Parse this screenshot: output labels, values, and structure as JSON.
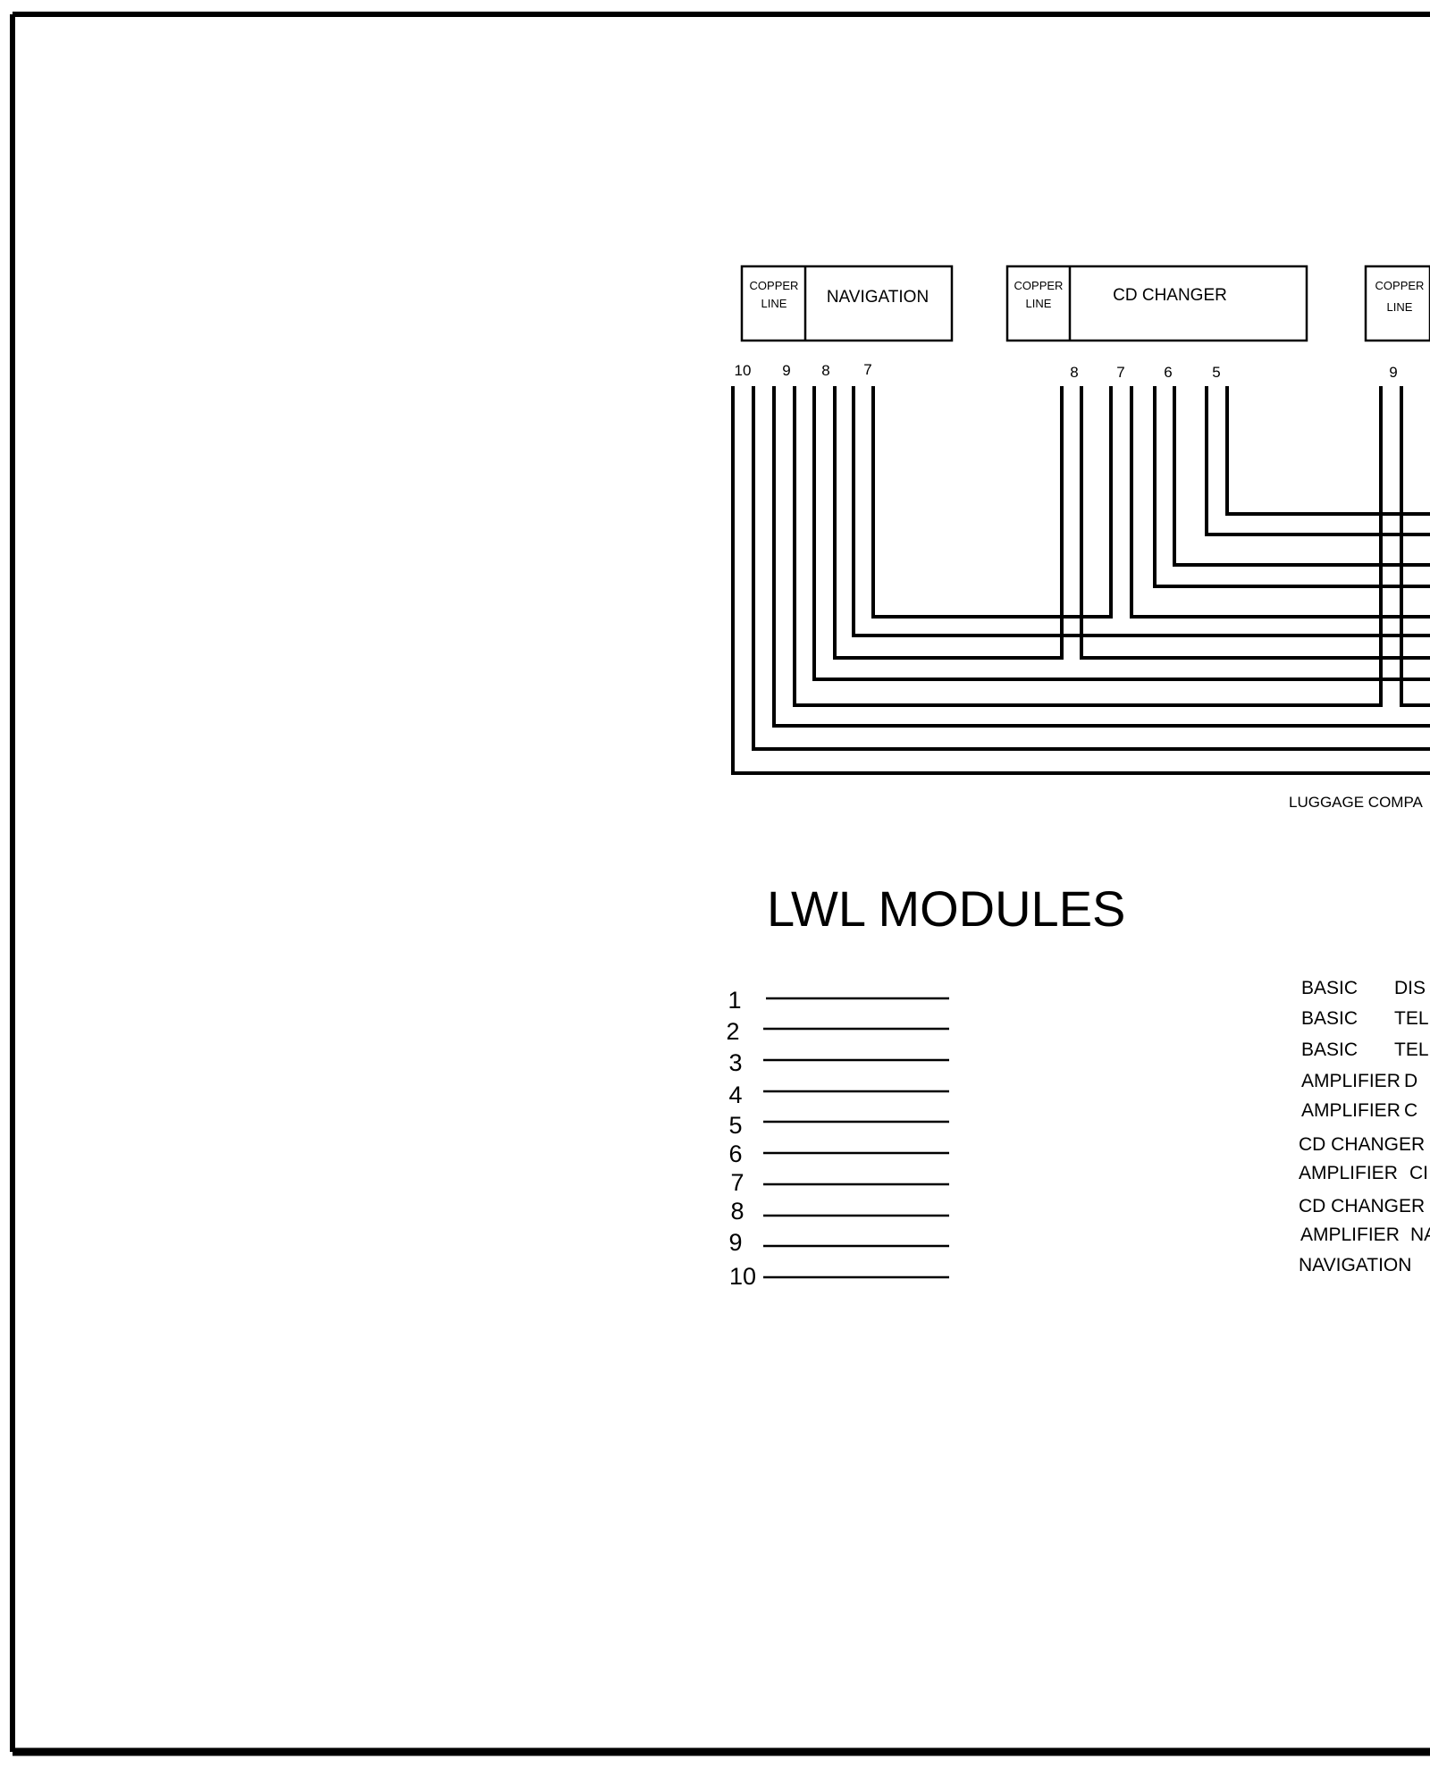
{
  "modules": [
    {
      "id": "navigation",
      "copper_label": [
        "COPPER",
        "LINE"
      ],
      "name": "NAVIGATION",
      "pins": [
        "10",
        "9",
        "8",
        "7"
      ]
    },
    {
      "id": "cd_changer",
      "copper_label": [
        "COPPER",
        "LINE"
      ],
      "name": "CD CHANGER",
      "pins": [
        "8",
        "7",
        "6",
        "5"
      ]
    },
    {
      "id": "third",
      "copper_label": [
        "COPPER",
        "LINE"
      ],
      "name": "",
      "pins": [
        "9"
      ]
    }
  ],
  "luggage_label": "LUGGAGE COMPA",
  "section_title": "LWL MODULES",
  "legend_numbers": [
    "1",
    "2",
    "3",
    "4",
    "5",
    "6",
    "7",
    "8",
    "9",
    "10"
  ],
  "legend_entries": [
    {
      "a": "BASIC",
      "b": "DIS"
    },
    {
      "a": "BASIC",
      "b": "TEL"
    },
    {
      "a": "BASIC",
      "b": "TEL"
    },
    {
      "a": "AMPLIFIER",
      "b": "D"
    },
    {
      "a": "AMPLIFIER",
      "b": "C"
    },
    {
      "a": "CD CHANGER",
      "b": ""
    },
    {
      "a": "AMPLIFIER",
      "b": "CI"
    },
    {
      "a": "CD CHANGER",
      "b": ""
    },
    {
      "a": "AMPLIFIER",
      "b": "NA"
    },
    {
      "a": "NAVIGATION",
      "b": ""
    }
  ]
}
